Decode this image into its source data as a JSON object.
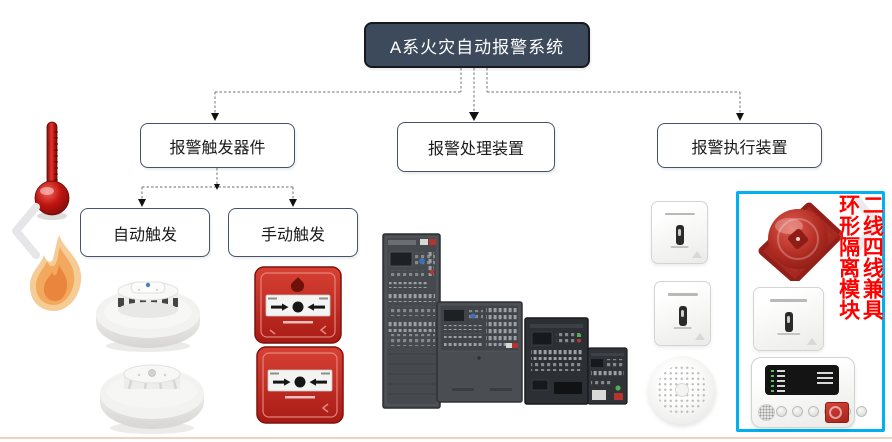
{
  "flowchart": {
    "root_label": "A系火灾自动报警系统",
    "nodes": {
      "trigger": "报警触发器件",
      "processing": "报警处理装置",
      "execution": "报警执行装置",
      "auto": "自动触发",
      "manual": "手动触发"
    },
    "root_bg": "#3d4a5c",
    "node_border_color": "#44546a",
    "connector_color": "#8c8c8c"
  },
  "highlight_box": {
    "border_color": "#00b0f0",
    "callout_column_right": "二线四线兼具",
    "callout_column_left": "环形隔离模块",
    "callout_color": "#ff0000"
  },
  "decorations": {
    "left_icons": [
      "thermometer-icon",
      "flame-icon"
    ],
    "carousel": [
      "chevron-left-icon",
      "chevron-right-icon"
    ],
    "bottom_strip_color": "#f6cfc3"
  },
  "devices": {
    "automatic_trigger": [
      "smoke-detector",
      "heat-detector"
    ],
    "manual_trigger": [
      "manual-call-point",
      "manual-call-point"
    ],
    "processing": [
      "floor-standing-control-cabinet",
      "wall-mounted-panel-large",
      "wall-mounted-panel-medium",
      "wall-mounted-panel-small"
    ],
    "execution": [
      "io-module",
      "io-module",
      "ceiling-sounder"
    ],
    "highlighted": [
      "fire-alarm-sounder-strobe",
      "isolator-module",
      "fire-display-panel"
    ]
  }
}
